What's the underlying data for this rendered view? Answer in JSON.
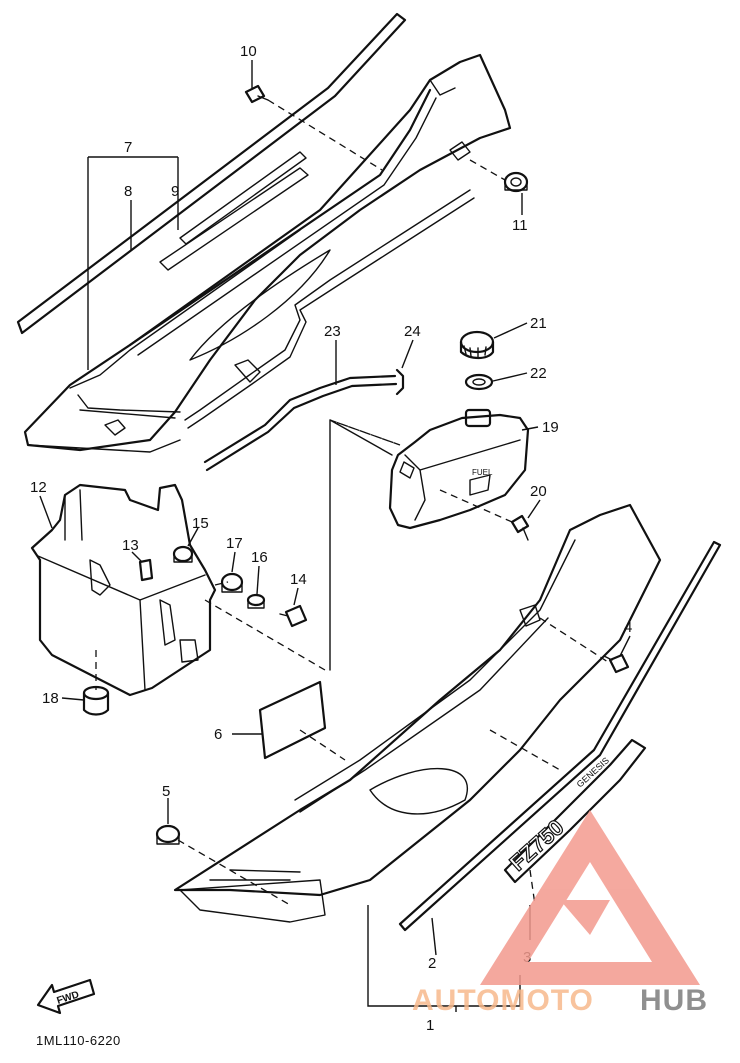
{
  "diagram": {
    "reference_code": "1ML110-6220",
    "forward_marker": "FWD",
    "callouts": [
      "1",
      "2",
      "3",
      "4",
      "5",
      "6",
      "7",
      "8",
      "9",
      "10",
      "11",
      "12",
      "13",
      "14",
      "15",
      "16",
      "17",
      "18",
      "19",
      "20",
      "21",
      "22",
      "23",
      "24"
    ],
    "part_markings": {
      "fuel_word": "FUEL",
      "side_decal": "FZ750",
      "side_decal_sub": "GENESIS"
    }
  },
  "watermark": {
    "part_a": "AUTOMOTO",
    "part_b": "HUB",
    "accent_color": "#f39a8e",
    "text_color_a": "#f7b98c",
    "text_color_b": "#7c7c7c"
  }
}
